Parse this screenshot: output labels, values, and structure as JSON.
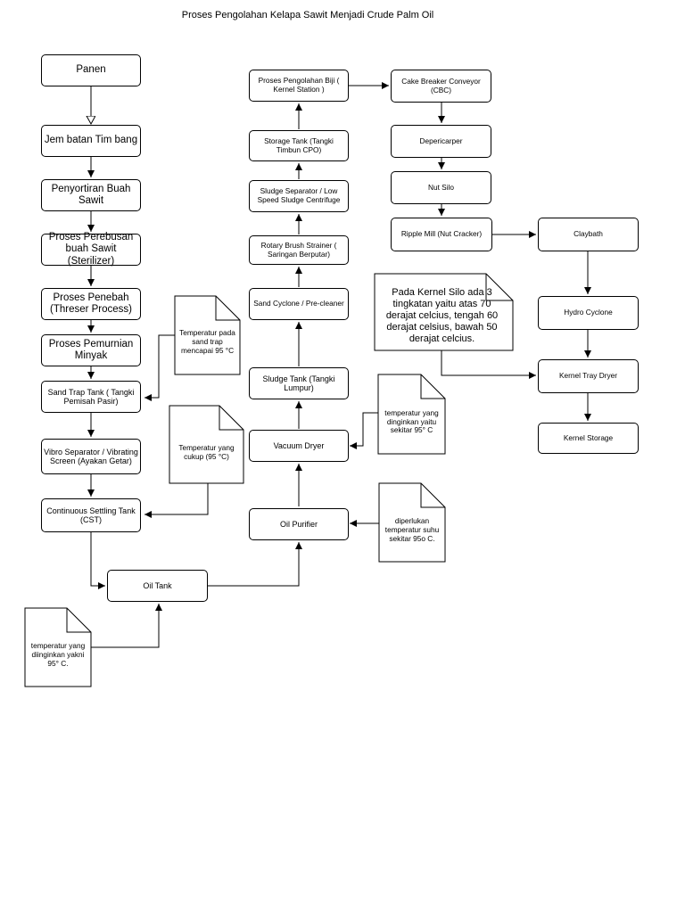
{
  "title": "Proses Pengolahan Kelapa Sawit Menjadi Crude Palm  Oil",
  "nodes": {
    "panen": "Panen",
    "jembatan": "Jem batan Tim bang",
    "penyortiran": "Penyortiran Buah Sawit",
    "perebusan": "Proses Perebusan buah Sawit (Sterilizer)",
    "penebah": "Proses Penebah (Threser Process)",
    "pemurnian": "Proses Pemurnian Minyak",
    "sand_trap": "Sand Trap Tank ( Tangki Pemisah Pasir)",
    "vibro": "Vibro Separator / Vibrating Screen (Ayakan Getar)",
    "cst": "Continuous Settling Tank (CST)",
    "oil_tank": "Oil Tank",
    "oil_purifier": "Oil Purifier",
    "vacuum_dryer": "Vacuum Dryer",
    "sludge_tank": "Sludge Tank (Tangki Lumpur)",
    "sand_cyclone": "Sand Cyclone / Pre-cleaner",
    "rotary_brush": "Rotary Brush Strainer ( Saringan Berputar)",
    "sludge_separator": "Sludge Separator / Low Speed Sludge Centrifuge",
    "storage_tank": "Storage Tank (Tangki Timbun CPO)",
    "kernel_station": "Proses Pengolahan Biji ( Kernel Station )",
    "cbc": "Cake Breaker Conveyor (CBC)",
    "depericarper": "Depericarper",
    "nut_silo": "Nut Silo",
    "ripple_mill": "Ripple Mill (Nut Cracker)",
    "claybath": "Claybath",
    "hydro_cyclone": "Hydro Cyclone",
    "kernel_tray_dryer": "Kernel Tray Dryer",
    "kernel_storage": "Kernel Storage"
  },
  "notes": {
    "sand_trap_temp": "Temperatur pada sand trap mencapai 95 °C",
    "cst_temp": "Temperatur yang cukup (95 °C)",
    "oil_tank_temp": "temperatur yang diinginkan yakni 95° C.",
    "vacuum_temp": "temperatur yang dinginkan yaitu sekitar 95° C",
    "purifier_temp": "diperlukan temperatur suhu sekitar 95o C.",
    "kernel_silo": "Pada Kernel Silo ada 3 tingkatan yaitu atas 70 derajat celcius, tengah 60 derajat celsius, bawah 50 derajat celcius."
  }
}
